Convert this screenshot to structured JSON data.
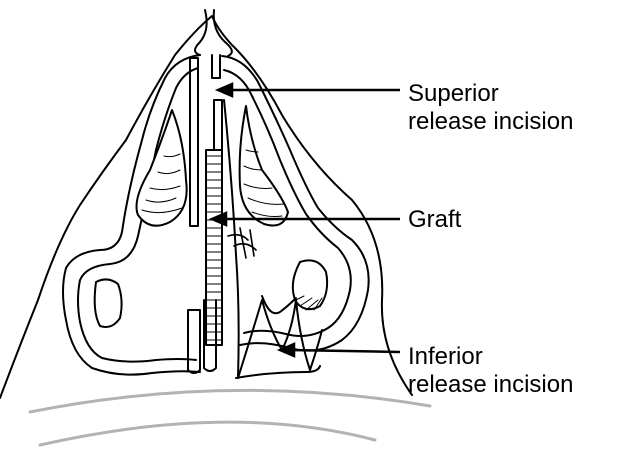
{
  "labels": {
    "superior_line1": "Superior",
    "superior_line2": "release incision",
    "graft": "Graft",
    "inferior_line1": "Inferior",
    "inferior_line2": "release incision"
  },
  "colors": {
    "ink": "#000000",
    "face_outline": "#b3b3b3",
    "background": "#ffffff"
  }
}
